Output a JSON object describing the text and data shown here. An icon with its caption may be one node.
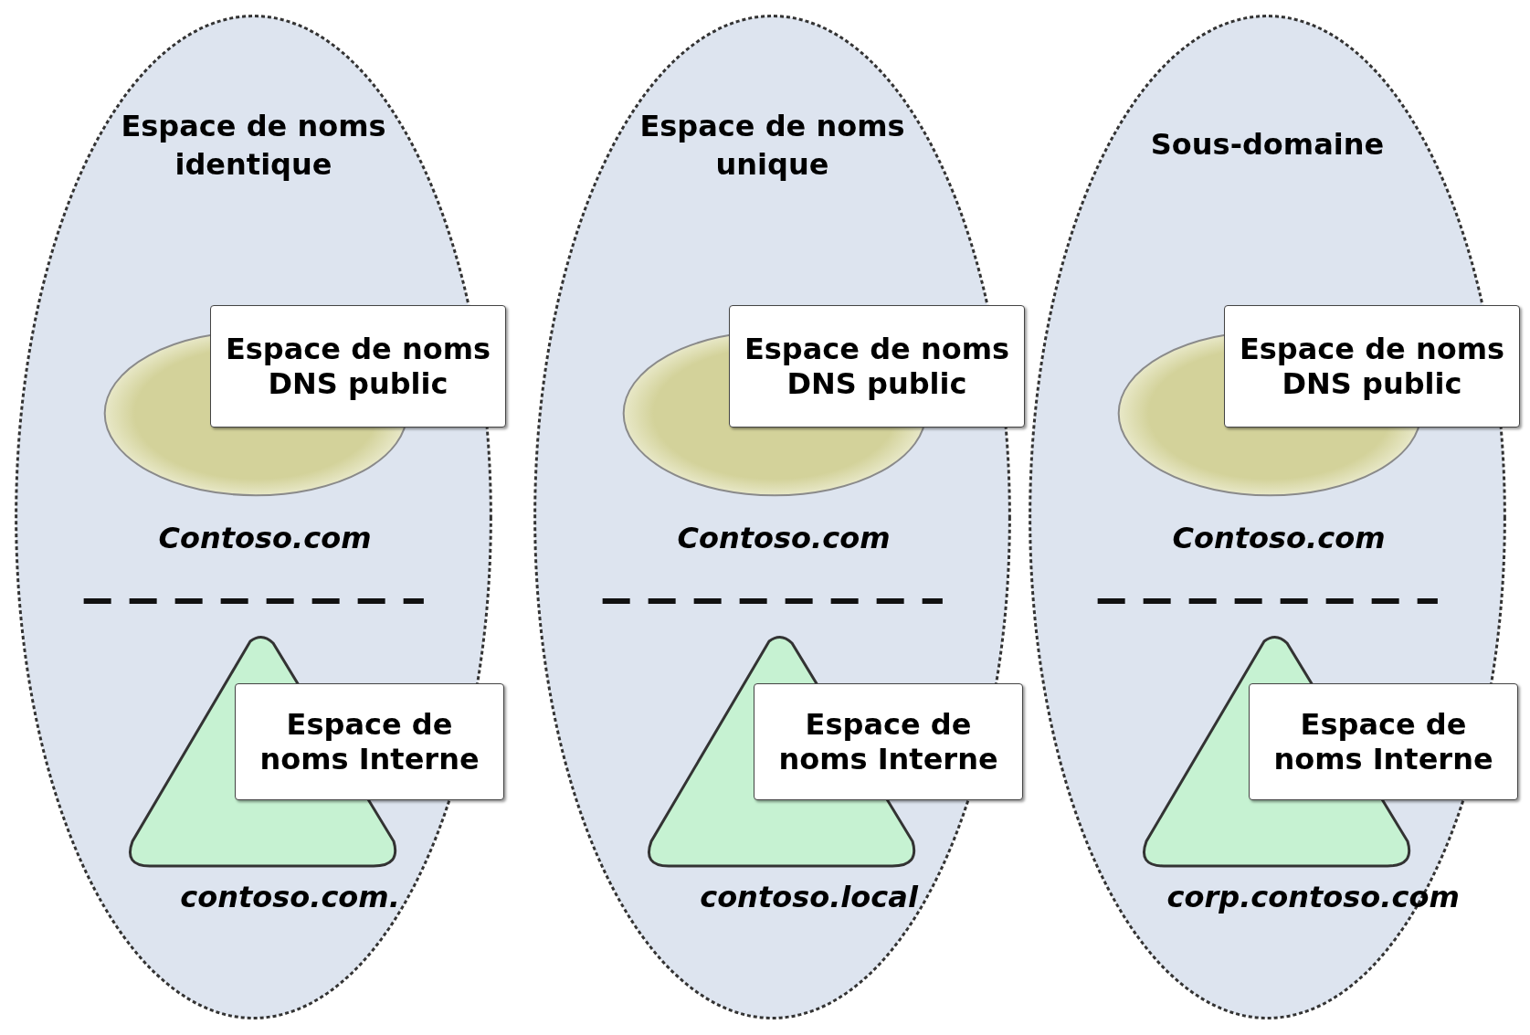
{
  "diagram": {
    "nodes": [
      {
        "text": [
          "Espace de noms identique"
        ]
      },
      {
        "text": [],
        "shape": "ellipse",
        "in": 0,
        "beside": [
          "Contoso.com"
        ]
      },
      {
        "text": [
          "Espace de noms DNS public"
        ],
        "in": 0
      },
      {
        "text": [],
        "shape": "triangle",
        "in": 0,
        "beside": [
          "contoso.com."
        ]
      },
      {
        "text": [
          "Espace de noms Interne"
        ],
        "in": 0
      },
      {
        "text": [
          "Espace de noms unique"
        ]
      },
      {
        "text": [],
        "shape": "ellipse",
        "in": 5,
        "beside": [
          "Contoso.com"
        ]
      },
      {
        "text": [
          "Espace de noms DNS public"
        ],
        "in": 5
      },
      {
        "text": [],
        "shape": "triangle",
        "in": 5,
        "beside": [
          "contoso.local"
        ]
      },
      {
        "text": [
          "Espace de noms Interne"
        ],
        "in": 5
      },
      {
        "text": [
          "Sous-domaine"
        ]
      },
      {
        "text": [],
        "shape": "ellipse",
        "in": 10,
        "beside": [
          "Contoso.com"
        ]
      },
      {
        "text": [
          "Espace de noms DNS public"
        ],
        "in": 10
      },
      {
        "text": [],
        "shape": "triangle",
        "in": 10,
        "beside": [
          "corp.contoso.com"
        ]
      },
      {
        "text": [
          "Espace de noms Interne"
        ],
        "in": 10
      }
    ]
  }
}
